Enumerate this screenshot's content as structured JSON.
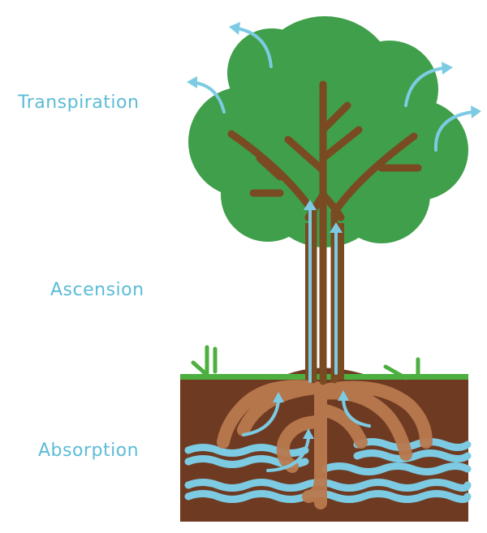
{
  "colors": {
    "label": "#5bbcd6",
    "water": "#7ccbe3",
    "foliage": "#3f9f4a",
    "trunk": "#7a4a22",
    "root": "#b97a4f",
    "soil": "#6e3b22",
    "grass": "#4caf3f"
  },
  "labels": {
    "transpiration": "Transpiration",
    "ascension": "Ascension",
    "absorption": "Absorption"
  },
  "icons": [
    "arrow-icon"
  ]
}
